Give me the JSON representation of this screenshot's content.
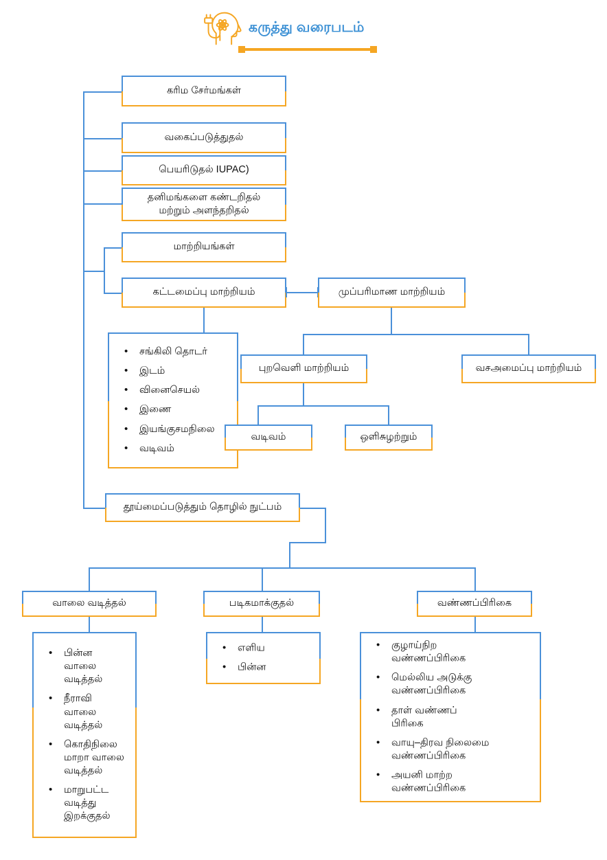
{
  "header": {
    "title": "கருத்து வரைபடம்",
    "icon": "brain-head-atom-plug-icon",
    "title_color": "#3a8fd4",
    "rule_color": "#f5a623"
  },
  "theme": {
    "blue": "#4a90d9",
    "orange": "#f5a623",
    "text": "#111111",
    "background": "#ffffff"
  },
  "nodes": {
    "root": "கரிம சேர்மங்கள்",
    "classification": "வகைப்படுத்துதல்",
    "naming": "பெயரிடுதல்  IUPAC)",
    "detection": "தனிமங்களை கண்டறிதல் மற்றும் அளந்தறிதல்",
    "detection_l1": "தனிமங்களை கண்டறிதல்",
    "detection_l2": "மற்றும் அளந்தறிதல்",
    "isomers": "மாற்றியங்கள்",
    "structural_isomer": "கட்டமைப்பு மாற்றியம்",
    "stereo_isomer": "முப்பரிமாண மாற்றியம்",
    "geometric_isomer": "புறவெளி மாற்றியம்",
    "conformational_isomer": "வசஅமைப்பு மாற்றியம்",
    "shape": "வடிவம்",
    "optical": "ஒளிசுழற்றும்",
    "purification": "தூய்மைப்படுத்தும் தொழில் நுட்பம்",
    "distillation": "வாலை வடித்தல்",
    "crystallisation": "படிகமாக்குதல்",
    "chromatography": "வண்ணப்பிரிகை"
  },
  "lists": {
    "structural_isomer_items": [
      "சங்கிலி தொடர்",
      "இடம்",
      "வினைசெயல்",
      "இணை",
      "இயங்குசமநிலை",
      "வடிவம்"
    ],
    "distillation_items": [
      "பின்ன வாலை வடித்தல்",
      "நீராவி வாலை வடித்தல்",
      "கொதிநிலை மாறா வாலை வடித்தல்",
      "மாறுபட்ட வடித்து இறக்குதல்"
    ],
    "distillation_items_lines": [
      [
        "பின்ன",
        "வாலை",
        "வடித்தல்"
      ],
      [
        "நீராவி",
        "வாலை",
        "வடித்தல்"
      ],
      [
        "கொதிநிலை",
        "மாறா வாலை",
        "வடித்தல்"
      ],
      [
        "மாறுபட்ட",
        "வடித்து",
        "இறக்குதல்"
      ]
    ],
    "crystallisation_items": [
      "எளிய",
      "பின்ன"
    ],
    "chromatography_items": [
      "குழாய்நிற வண்ணப்பிரிகை",
      "மெல்லிய அடுக்கு வண்ணப்பிரிகை",
      "தாள் வண்ணப் பிரிகை",
      "வாயு–திரவ நிலைமை வண்ணப்பிரிகை",
      "அயனி மாற்ற வண்ணப்பிரிகை"
    ],
    "chromatography_items_lines": [
      [
        "குழாய்நிற",
        "வண்ணப்பிரிகை"
      ],
      [
        "மெல்லிய அடுக்கு",
        "வண்ணப்பிரிகை"
      ],
      [
        "தாள் வண்ணப்",
        "பிரிகை"
      ],
      [
        "வாயு–திரவ நிலைமை",
        "வண்ணப்பிரிகை"
      ],
      [
        "அயனி மாற்ற",
        "வண்ணப்பிரிகை"
      ]
    ]
  }
}
